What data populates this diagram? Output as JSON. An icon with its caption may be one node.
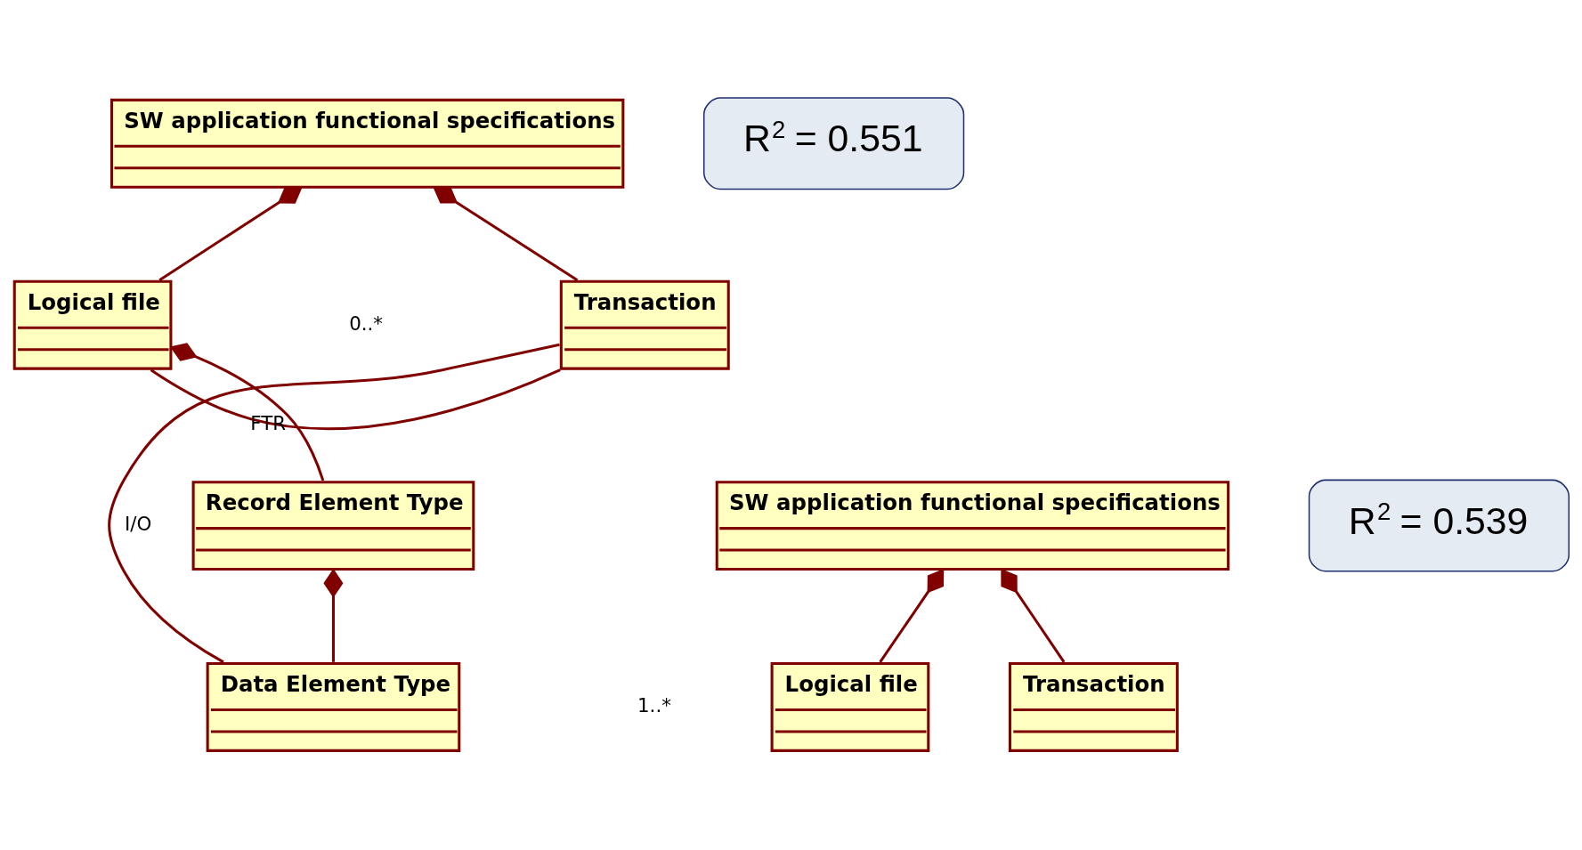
{
  "diagram": {
    "nodes": [
      {
        "text": [
          "SW application functional specifications"
        ]
      },
      {
        "text": [
          "Logical file"
        ]
      },
      {
        "text": [
          "Transaction"
        ]
      },
      {
        "text": [
          "Record Element Type"
        ]
      },
      {
        "text": [
          "Data Element Type"
        ]
      },
      {
        "text": [
          "R$^{2}$ = 0.551"
        ]
      },
      {
        "text": [
          "SW application functional specifications"
        ]
      },
      {
        "text": [
          "Logical file"
        ]
      },
      {
        "text": [
          "Transaction"
        ]
      },
      {
        "text": [
          "R$^{2}$ = 0.539"
        ]
      }
    ],
    "edges": [
      {
        "from": 1,
        "to": 0,
        "arrow": "other"
      },
      {
        "from": 2,
        "to": 0,
        "arrow": "other"
      },
      {
        "from": 1,
        "to": 2,
        "arrow": "none",
        "label": "FTR"
      },
      {
        "from": 3,
        "to": 1,
        "arrow": "other"
      },
      {
        "from": 4,
        "to": 3,
        "arrow": "other"
      },
      {
        "from": 2,
        "to": 4,
        "arrow": "none",
        "label": "I/O"
      },
      {
        "from": 7,
        "to": 6,
        "arrow": "other"
      },
      {
        "from": 8,
        "to": 6,
        "arrow": "other"
      }
    ],
    "labels": [
      "0..*",
      "1..*"
    ]
  }
}
